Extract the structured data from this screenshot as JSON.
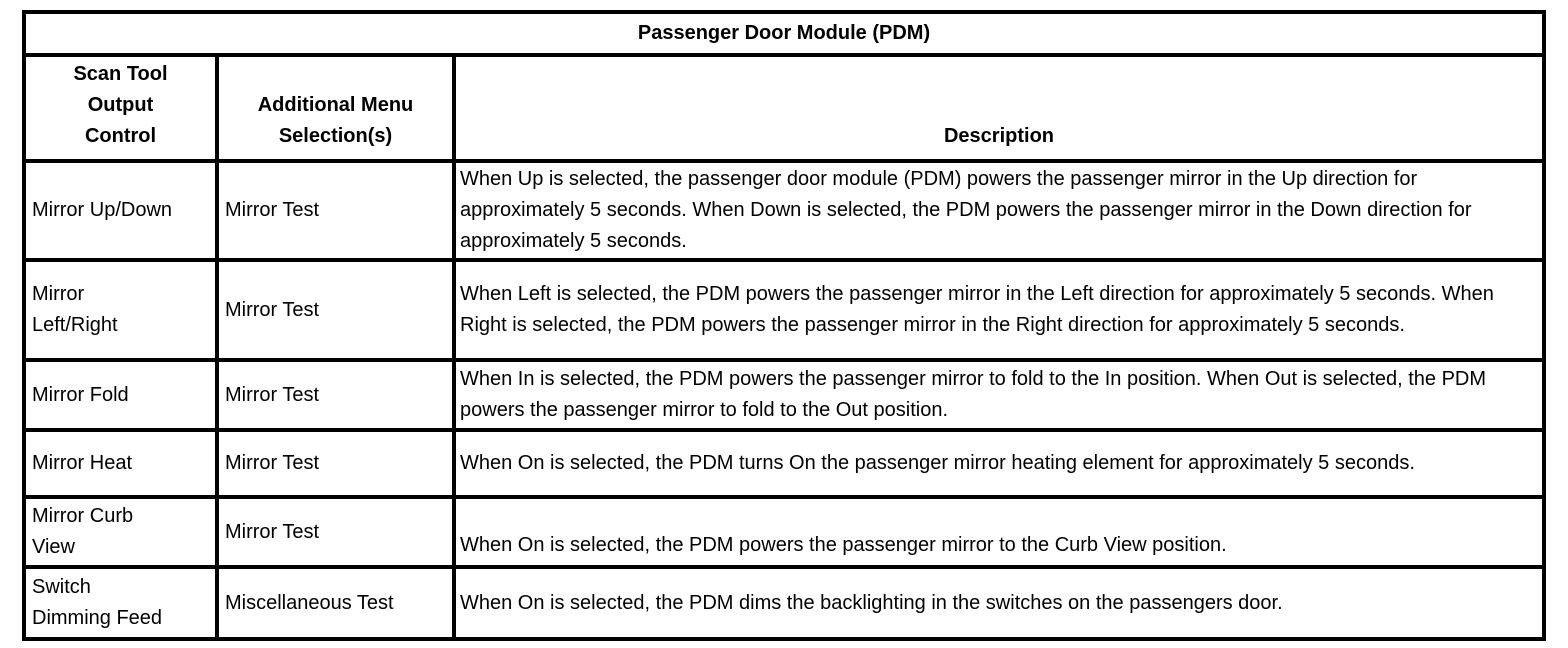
{
  "table": {
    "title": "Passenger Door Module (PDM)",
    "columns": [
      "Scan Tool\nOutput\nControl",
      "Additional Menu\nSelection(s)",
      "Description"
    ],
    "rows": [
      {
        "control": "Mirror Up/Down",
        "menu": "Mirror Test",
        "description": "When Up is selected, the passenger door module (PDM) powers the passenger mirror in the Up direction for approximately 5 seconds. When Down is selected, the PDM powers the passenger mirror in the Down direction for approximately 5 seconds."
      },
      {
        "control": "Mirror\nLeft/Right",
        "menu": "Mirror Test",
        "description": "When Left is selected, the PDM powers the passenger mirror in the Left direction for approximately 5 seconds. When Right is selected, the PDM powers the passenger mirror in the Right direction for approximately 5 seconds."
      },
      {
        "control": "Mirror Fold",
        "menu": "Mirror Test",
        "description": "When In is selected, the PDM powers the passenger mirror to fold to the In position. When Out is selected, the PDM powers the passenger mirror to fold to the Out position."
      },
      {
        "control": "Mirror Heat",
        "menu": "Mirror Test",
        "description": "When On is selected, the PDM turns On the passenger mirror heating element for approximately 5 seconds."
      },
      {
        "control": "Mirror Curb\nView",
        "menu": "Mirror Test",
        "description": "When On is selected, the PDM powers the passenger mirror to the Curb View position."
      },
      {
        "control": "Switch\nDimming Feed",
        "menu": "Miscellaneous Test",
        "description": "When On is selected, the PDM dims the backlighting in the switches on the passengers door."
      }
    ],
    "colors": {
      "border": "#000000",
      "text": "#000000",
      "background": "#ffffff"
    }
  }
}
